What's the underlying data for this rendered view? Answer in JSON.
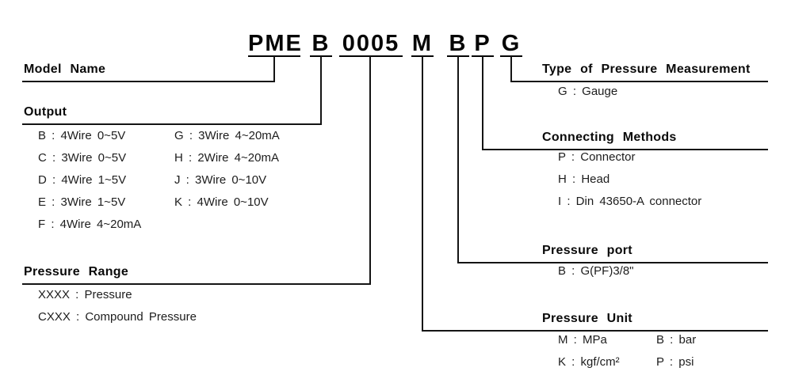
{
  "page": {
    "background": "#ffffff",
    "text_color": "#161616",
    "line_color": "#141414"
  },
  "model_code": {
    "segments": [
      {
        "id": "series",
        "text": "PME"
      },
      {
        "id": "output",
        "text": "B"
      },
      {
        "id": "pressure_range",
        "text": "0005"
      },
      {
        "id": "pressure_unit",
        "text": "M"
      },
      {
        "id": "pressure_port",
        "text": "B"
      },
      {
        "id": "connecting_method",
        "text": "P"
      },
      {
        "id": "measurement_type",
        "text": "G"
      }
    ]
  },
  "sections": {
    "model_name": {
      "heading": "Model Name"
    },
    "output": {
      "heading": "Output",
      "col1": [
        "B : 4Wire 0~5V",
        "C : 3Wire 0~5V",
        "D : 4Wire 1~5V",
        "E : 3Wire 1~5V",
        "F : 4Wire 4~20mA"
      ],
      "col2": [
        "G : 3Wire 4~20mA",
        "H : 2Wire 4~20mA",
        "J : 3Wire 0~10V",
        "K : 4Wire 0~10V"
      ]
    },
    "pressure_range": {
      "heading": "Pressure Range",
      "items": [
        "XXXX : Pressure",
        "CXXX : Compound Pressure"
      ]
    },
    "measurement_type": {
      "heading": "Type of Pressure Measurement",
      "items": [
        "G : Gauge"
      ]
    },
    "connecting_methods": {
      "heading": "Connecting Methods",
      "items": [
        "P : Connector",
        "H : Head",
        "I : Din 43650-A connector"
      ]
    },
    "pressure_port": {
      "heading": "Pressure port",
      "items": [
        "B : G(PF)3/8\""
      ]
    },
    "pressure_unit": {
      "heading": "Pressure Unit",
      "col1": [
        "M : MPa",
        "K : kgf/cm²"
      ],
      "col2": [
        "B : bar",
        "P : psi"
      ]
    }
  }
}
